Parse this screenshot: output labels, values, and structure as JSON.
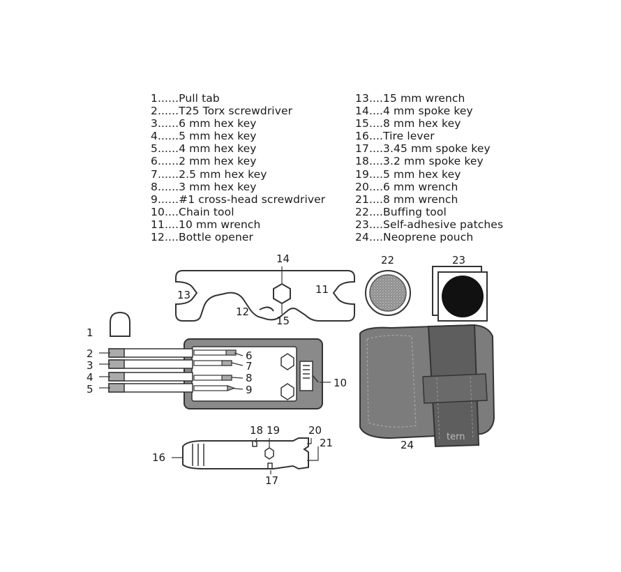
{
  "legend": {
    "left": [
      {
        "num": "1",
        "dots": "......",
        "label": "Pull tab"
      },
      {
        "num": "2",
        "dots": "......",
        "label": "T25 Torx screwdriver"
      },
      {
        "num": "3",
        "dots": "......",
        "label": "6 mm hex key"
      },
      {
        "num": "4",
        "dots": "......",
        "label": "5 mm hex key"
      },
      {
        "num": "5",
        "dots": "......",
        "label": "4 mm hex key"
      },
      {
        "num": "6",
        "dots": "......",
        "label": "2 mm hex key"
      },
      {
        "num": "7",
        "dots": "......",
        "label": "2.5 mm hex key"
      },
      {
        "num": "8",
        "dots": "......",
        "label": "3 mm hex key"
      },
      {
        "num": "9",
        "dots": "......",
        "label": "#1 cross-head screwdriver"
      },
      {
        "num": "10",
        "dots": "....",
        "label": "Chain tool"
      },
      {
        "num": "11",
        "dots": "....",
        "label": "10 mm wrench"
      },
      {
        "num": "12",
        "dots": "....",
        "label": "Bottle opener"
      }
    ],
    "right": [
      {
        "num": "13",
        "dots": "....",
        "label": "15 mm wrench"
      },
      {
        "num": "14",
        "dots": "....",
        "label": "4 mm spoke key"
      },
      {
        "num": "15",
        "dots": "....",
        "label": "8 mm hex key"
      },
      {
        "num": "16",
        "dots": "....",
        "label": "Tire lever"
      },
      {
        "num": "17",
        "dots": "....",
        "label": "3.45 mm spoke key"
      },
      {
        "num": "18",
        "dots": "....",
        "label": "3.2 mm spoke key"
      },
      {
        "num": "19",
        "dots": "....",
        "label": "5 mm hex key"
      },
      {
        "num": "20",
        "dots": "....",
        "label": "6 mm wrench"
      },
      {
        "num": "21",
        "dots": "....",
        "label": "8 mm wrench"
      },
      {
        "num": "22",
        "dots": "....",
        "label": "Buffing tool"
      },
      {
        "num": "23",
        "dots": "....",
        "label": "Self-adhesive patches"
      },
      {
        "num": "24",
        "dots": "....",
        "label": "Neoprene pouch"
      }
    ]
  },
  "callouts": {
    "c1": "1",
    "c2": "2",
    "c3": "3",
    "c4": "4",
    "c5": "5",
    "c6": "6",
    "c7": "7",
    "c8": "8",
    "c9": "9",
    "c10": "10",
    "c11": "11",
    "c12": "12",
    "c13": "13",
    "c14": "14",
    "c15": "15",
    "c16": "16",
    "c17": "17",
    "c18": "18",
    "c19": "19",
    "c20": "20",
    "c21": "21",
    "c22": "22",
    "c23": "23",
    "c24": "24"
  },
  "pouch_logo": "tern",
  "colors": {
    "line": "#333333",
    "tool_fill": "#ffffff",
    "body_fill": "#8a8a8a",
    "pouch_fill": "#7c7c7c",
    "pouch_dark": "#5e5e5e",
    "patch_black": "#111111",
    "buff_fill": "#9a9a9a"
  }
}
